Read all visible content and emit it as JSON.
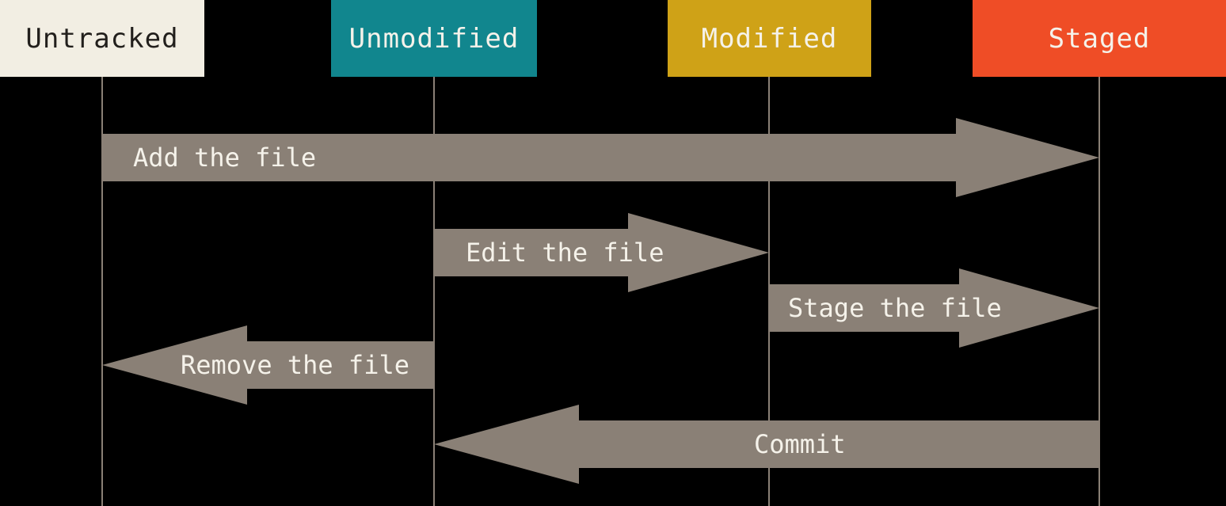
{
  "colors": {
    "background": "#000000",
    "arrow": "#8a8076",
    "lifeline": "#8a8076",
    "label_text": "#f5f2ea"
  },
  "headers": [
    {
      "label": "Untracked",
      "bg": "#f2eee3",
      "fg": "#221f1c"
    },
    {
      "label": "Unmodified",
      "bg": "#11868e",
      "fg": "#f5f2ea"
    },
    {
      "label": "Modified",
      "bg": "#cfa217",
      "fg": "#f5f2ea"
    },
    {
      "label": "Staged",
      "bg": "#ef4d26",
      "fg": "#f5f2ea"
    }
  ],
  "arrows": [
    {
      "label": "Add the file",
      "from": "Untracked",
      "to": "Staged",
      "direction": "right"
    },
    {
      "label": "Edit the file",
      "from": "Unmodified",
      "to": "Modified",
      "direction": "right"
    },
    {
      "label": "Stage the file",
      "from": "Modified",
      "to": "Staged",
      "direction": "right"
    },
    {
      "label": "Remove the file",
      "from": "Unmodified",
      "to": "Untracked",
      "direction": "left"
    },
    {
      "label": "Commit",
      "from": "Staged",
      "to": "Unmodified",
      "direction": "left"
    }
  ]
}
